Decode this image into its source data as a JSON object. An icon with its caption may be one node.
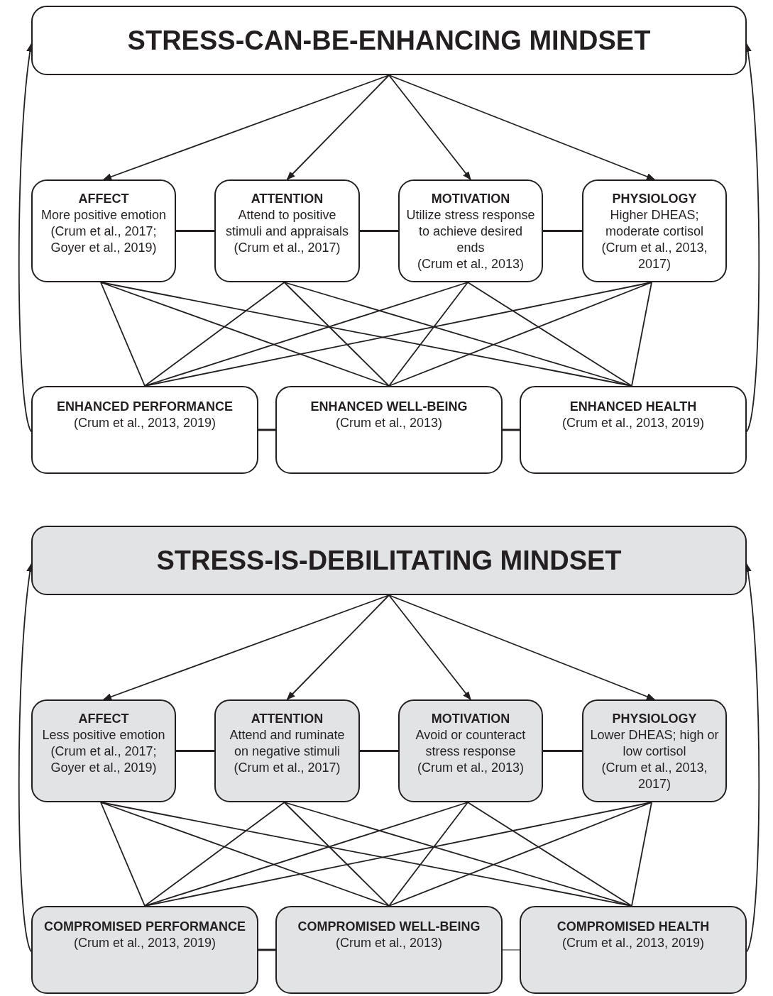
{
  "diagram": {
    "nodes": [
      {
        "text": [
          "STRESS-CAN-BE-ENHANCING MINDSET"
        ]
      },
      {
        "text": [
          "AFFECT",
          "More positive emotion",
          "(Crum et al., 2017; Goyer et al., 2019)"
        ]
      },
      {
        "text": [
          "ATTENTION",
          "Attend to positive stimuli and appraisals",
          "(Crum et al., 2017)"
        ]
      },
      {
        "text": [
          "MOTIVATION",
          "Utilize stress response to achieve desired ends",
          "(Crum et al., 2013)"
        ]
      },
      {
        "text": [
          "PHYSIOLOGY",
          "Higher DHEAS; moderate cortisol",
          "(Crum et al., 2013, 2017)"
        ]
      },
      {
        "text": [
          "ENHANCED PERFORMANCE",
          "(Crum et al., 2013, 2019)"
        ]
      },
      {
        "text": [
          "ENHANCED WELL-BEING",
          "(Crum et al., 2013)"
        ]
      },
      {
        "text": [
          "ENHANCED HEALTH",
          "(Crum et al., 2013, 2019)"
        ]
      },
      {
        "text": [
          "STRESS-IS-DEBILITATING MINDSET"
        ]
      },
      {
        "text": [
          "AFFECT",
          "Less positive emotion",
          "(Crum et al., 2017; Goyer et al., 2019)"
        ]
      },
      {
        "text": [
          "ATTENTION",
          "Attend and ruminate on negative stimuli",
          "(Crum et al., 2017)"
        ]
      },
      {
        "text": [
          "MOTIVATION",
          "Avoid or counteract stress response",
          "(Crum et al., 2013)"
        ]
      },
      {
        "text": [
          "PHYSIOLOGY",
          "Lower DHEAS; high or low cortisol",
          "(Crum et al., 2013, 2017)"
        ]
      },
      {
        "text": [
          "COMPROMISED PERFORMANCE",
          "(Crum et al., 2013, 2019)"
        ]
      },
      {
        "text": [
          "COMPROMISED WELL-BEING",
          "(Crum et al., 2013)"
        ]
      },
      {
        "text": [
          "COMPROMISED HEALTH",
          "(Crum et al., 2013, 2019)"
        ]
      }
    ],
    "edges": [
      {
        "from": 0,
        "to": 1,
        "arrow": "to"
      },
      {
        "from": 0,
        "to": 2,
        "arrow": "to"
      },
      {
        "from": 0,
        "to": 3,
        "arrow": "to"
      },
      {
        "from": 0,
        "to": 4,
        "arrow": "to"
      },
      {
        "from": 1,
        "to": 2,
        "arrow": "none"
      },
      {
        "from": 2,
        "to": 3,
        "arrow": "none"
      },
      {
        "from": 3,
        "to": 4,
        "arrow": "none"
      },
      {
        "from": 1,
        "to": 5,
        "arrow": "none"
      },
      {
        "from": 1,
        "to": 6,
        "arrow": "none"
      },
      {
        "from": 1,
        "to": 7,
        "arrow": "none"
      },
      {
        "from": 2,
        "to": 5,
        "arrow": "none"
      },
      {
        "from": 2,
        "to": 6,
        "arrow": "none"
      },
      {
        "from": 2,
        "to": 7,
        "arrow": "none"
      },
      {
        "from": 3,
        "to": 5,
        "arrow": "none"
      },
      {
        "from": 3,
        "to": 6,
        "arrow": "none"
      },
      {
        "from": 3,
        "to": 7,
        "arrow": "none"
      },
      {
        "from": 4,
        "to": 5,
        "arrow": "none"
      },
      {
        "from": 4,
        "to": 6,
        "arrow": "none"
      },
      {
        "from": 4,
        "to": 7,
        "arrow": "none"
      },
      {
        "from": 5,
        "to": 6,
        "arrow": "none"
      },
      {
        "from": 6,
        "to": 7,
        "arrow": "none"
      },
      {
        "from": 5,
        "to": 0,
        "arrow": "to"
      },
      {
        "from": 7,
        "to": 0,
        "arrow": "to"
      },
      {
        "from": 8,
        "to": 9,
        "arrow": "to"
      },
      {
        "from": 8,
        "to": 10,
        "arrow": "to"
      },
      {
        "from": 8,
        "to": 11,
        "arrow": "to"
      },
      {
        "from": 8,
        "to": 12,
        "arrow": "to"
      },
      {
        "from": 9,
        "to": 10,
        "arrow": "none"
      },
      {
        "from": 10,
        "to": 11,
        "arrow": "none"
      },
      {
        "from": 11,
        "to": 12,
        "arrow": "none"
      },
      {
        "from": 9,
        "to": 13,
        "arrow": "none"
      },
      {
        "from": 9,
        "to": 14,
        "arrow": "none"
      },
      {
        "from": 9,
        "to": 15,
        "arrow": "none"
      },
      {
        "from": 10,
        "to": 13,
        "arrow": "none"
      },
      {
        "from": 10,
        "to": 14,
        "arrow": "none"
      },
      {
        "from": 10,
        "to": 15,
        "arrow": "none"
      },
      {
        "from": 11,
        "to": 13,
        "arrow": "none"
      },
      {
        "from": 11,
        "to": 14,
        "arrow": "none"
      },
      {
        "from": 11,
        "to": 15,
        "arrow": "none"
      },
      {
        "from": 12,
        "to": 13,
        "arrow": "none"
      },
      {
        "from": 12,
        "to": 14,
        "arrow": "none"
      },
      {
        "from": 12,
        "to": 15,
        "arrow": "none"
      },
      {
        "from": 13,
        "to": 14,
        "arrow": "none"
      },
      {
        "from": 14,
        "to": 15,
        "arrow": "none",
        "color": "#8a8a8a"
      },
      {
        "from": 13,
        "to": 8,
        "arrow": "to"
      },
      {
        "from": 15,
        "to": 8,
        "arrow": "to"
      }
    ]
  }
}
